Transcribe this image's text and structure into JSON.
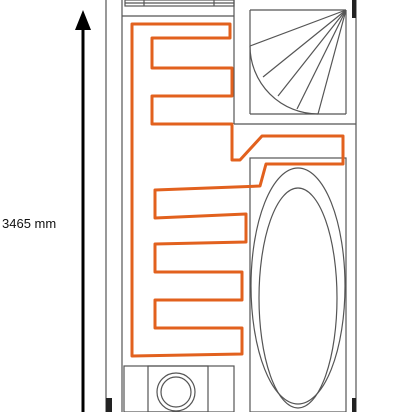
{
  "dimension": {
    "label": "3465 mm"
  },
  "colors": {
    "heating_pipe": "#e2611e",
    "outline": "#555555",
    "arrow": "#000000",
    "background": "#ffffff"
  },
  "icons": {
    "shower_arc": "quarter-circle-with-radial-lines",
    "bathtub": "double-ellipse",
    "toilet": "circle-in-square"
  }
}
